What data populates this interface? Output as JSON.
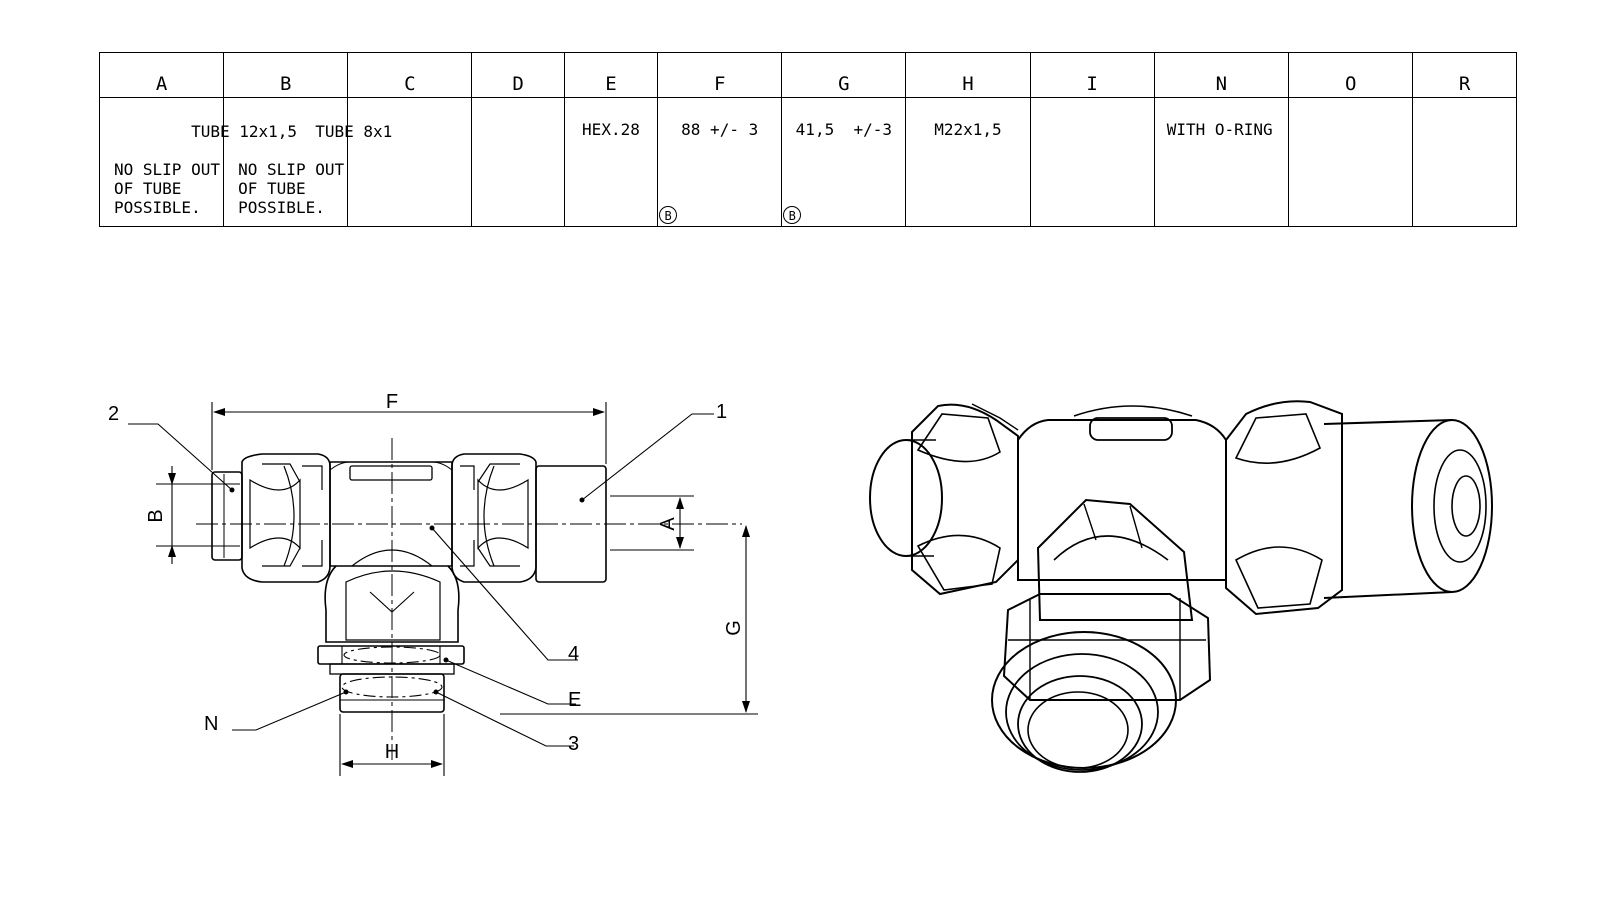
{
  "table": {
    "headers": [
      "A",
      "B",
      "C",
      "D",
      "E",
      "F",
      "G",
      "H",
      "I",
      "N",
      "O",
      "R"
    ],
    "cells": {
      "A": {
        "value": "TUBE 12x1,5",
        "note": "NO SLIP OUT\nOF TUBE\nPOSSIBLE."
      },
      "B": {
        "value": "TUBE 8x1",
        "note": "NO SLIP OUT\nOF TUBE\nPOSSIBLE."
      },
      "C": {
        "value": ""
      },
      "D": {
        "value": ""
      },
      "E": {
        "value": "HEX.28"
      },
      "F": {
        "value": "88 +/- 3",
        "mark": "B"
      },
      "G": {
        "value": "41,5  +/-3",
        "mark": "B"
      },
      "H": {
        "value": "M22x1,5"
      },
      "I": {
        "value": ""
      },
      "N": {
        "value": "WITH O-RING"
      },
      "O": {
        "value": ""
      },
      "R": {
        "value": ""
      }
    }
  },
  "drawing": {
    "dimension_labels": {
      "F": "F",
      "A": "A",
      "B": "B",
      "G": "G",
      "H": "H"
    },
    "callouts": {
      "c1": "1",
      "c2": "2",
      "c3": "3",
      "c4": "4",
      "cE": "E",
      "cN": "N"
    }
  }
}
